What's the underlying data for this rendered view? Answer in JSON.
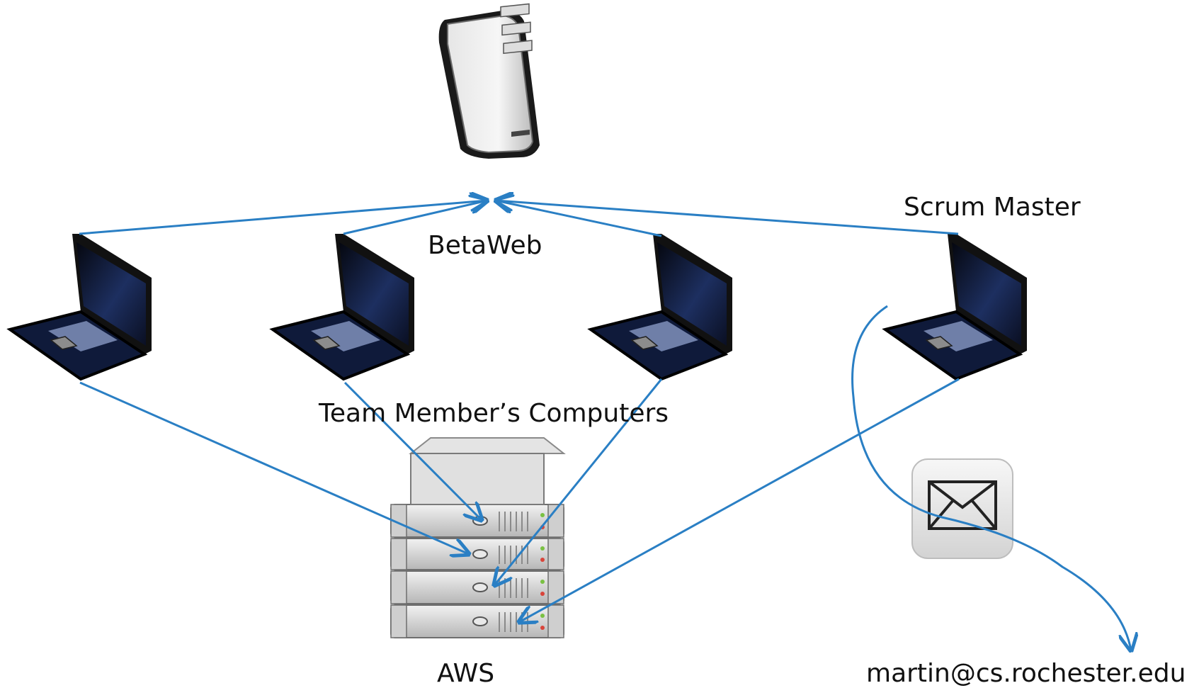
{
  "labels": {
    "server": "BetaWeb",
    "scrum_master": "Scrum Master",
    "team": "Team Member’s Computers",
    "aws": "AWS",
    "email": "martin@cs.rochester.edu"
  },
  "nodes": [
    {
      "id": "betaweb-server",
      "icon": "tower-server-icon"
    },
    {
      "id": "laptop-1",
      "icon": "laptop-icon"
    },
    {
      "id": "laptop-2",
      "icon": "laptop-icon"
    },
    {
      "id": "laptop-3",
      "icon": "laptop-icon"
    },
    {
      "id": "laptop-scrum-master",
      "icon": "laptop-icon"
    },
    {
      "id": "aws-server",
      "icon": "rack-server-stack-icon"
    },
    {
      "id": "mail",
      "icon": "envelope-icon"
    }
  ],
  "edges": [
    {
      "from": "laptop-1",
      "to": "betaweb-server"
    },
    {
      "from": "laptop-2",
      "to": "betaweb-server"
    },
    {
      "from": "laptop-3",
      "to": "betaweb-server"
    },
    {
      "from": "laptop-scrum-master",
      "to": "betaweb-server"
    },
    {
      "from": "laptop-1",
      "to": "aws-server"
    },
    {
      "from": "laptop-2",
      "to": "aws-server"
    },
    {
      "from": "laptop-3",
      "to": "aws-server"
    },
    {
      "from": "laptop-scrum-master",
      "to": "aws-server"
    },
    {
      "from": "laptop-scrum-master",
      "to": "mail"
    }
  ],
  "colors": {
    "arrow": "#2a7fc4",
    "laptop_body": "#0f1a3a",
    "server_gray": "#c8c8c8"
  }
}
